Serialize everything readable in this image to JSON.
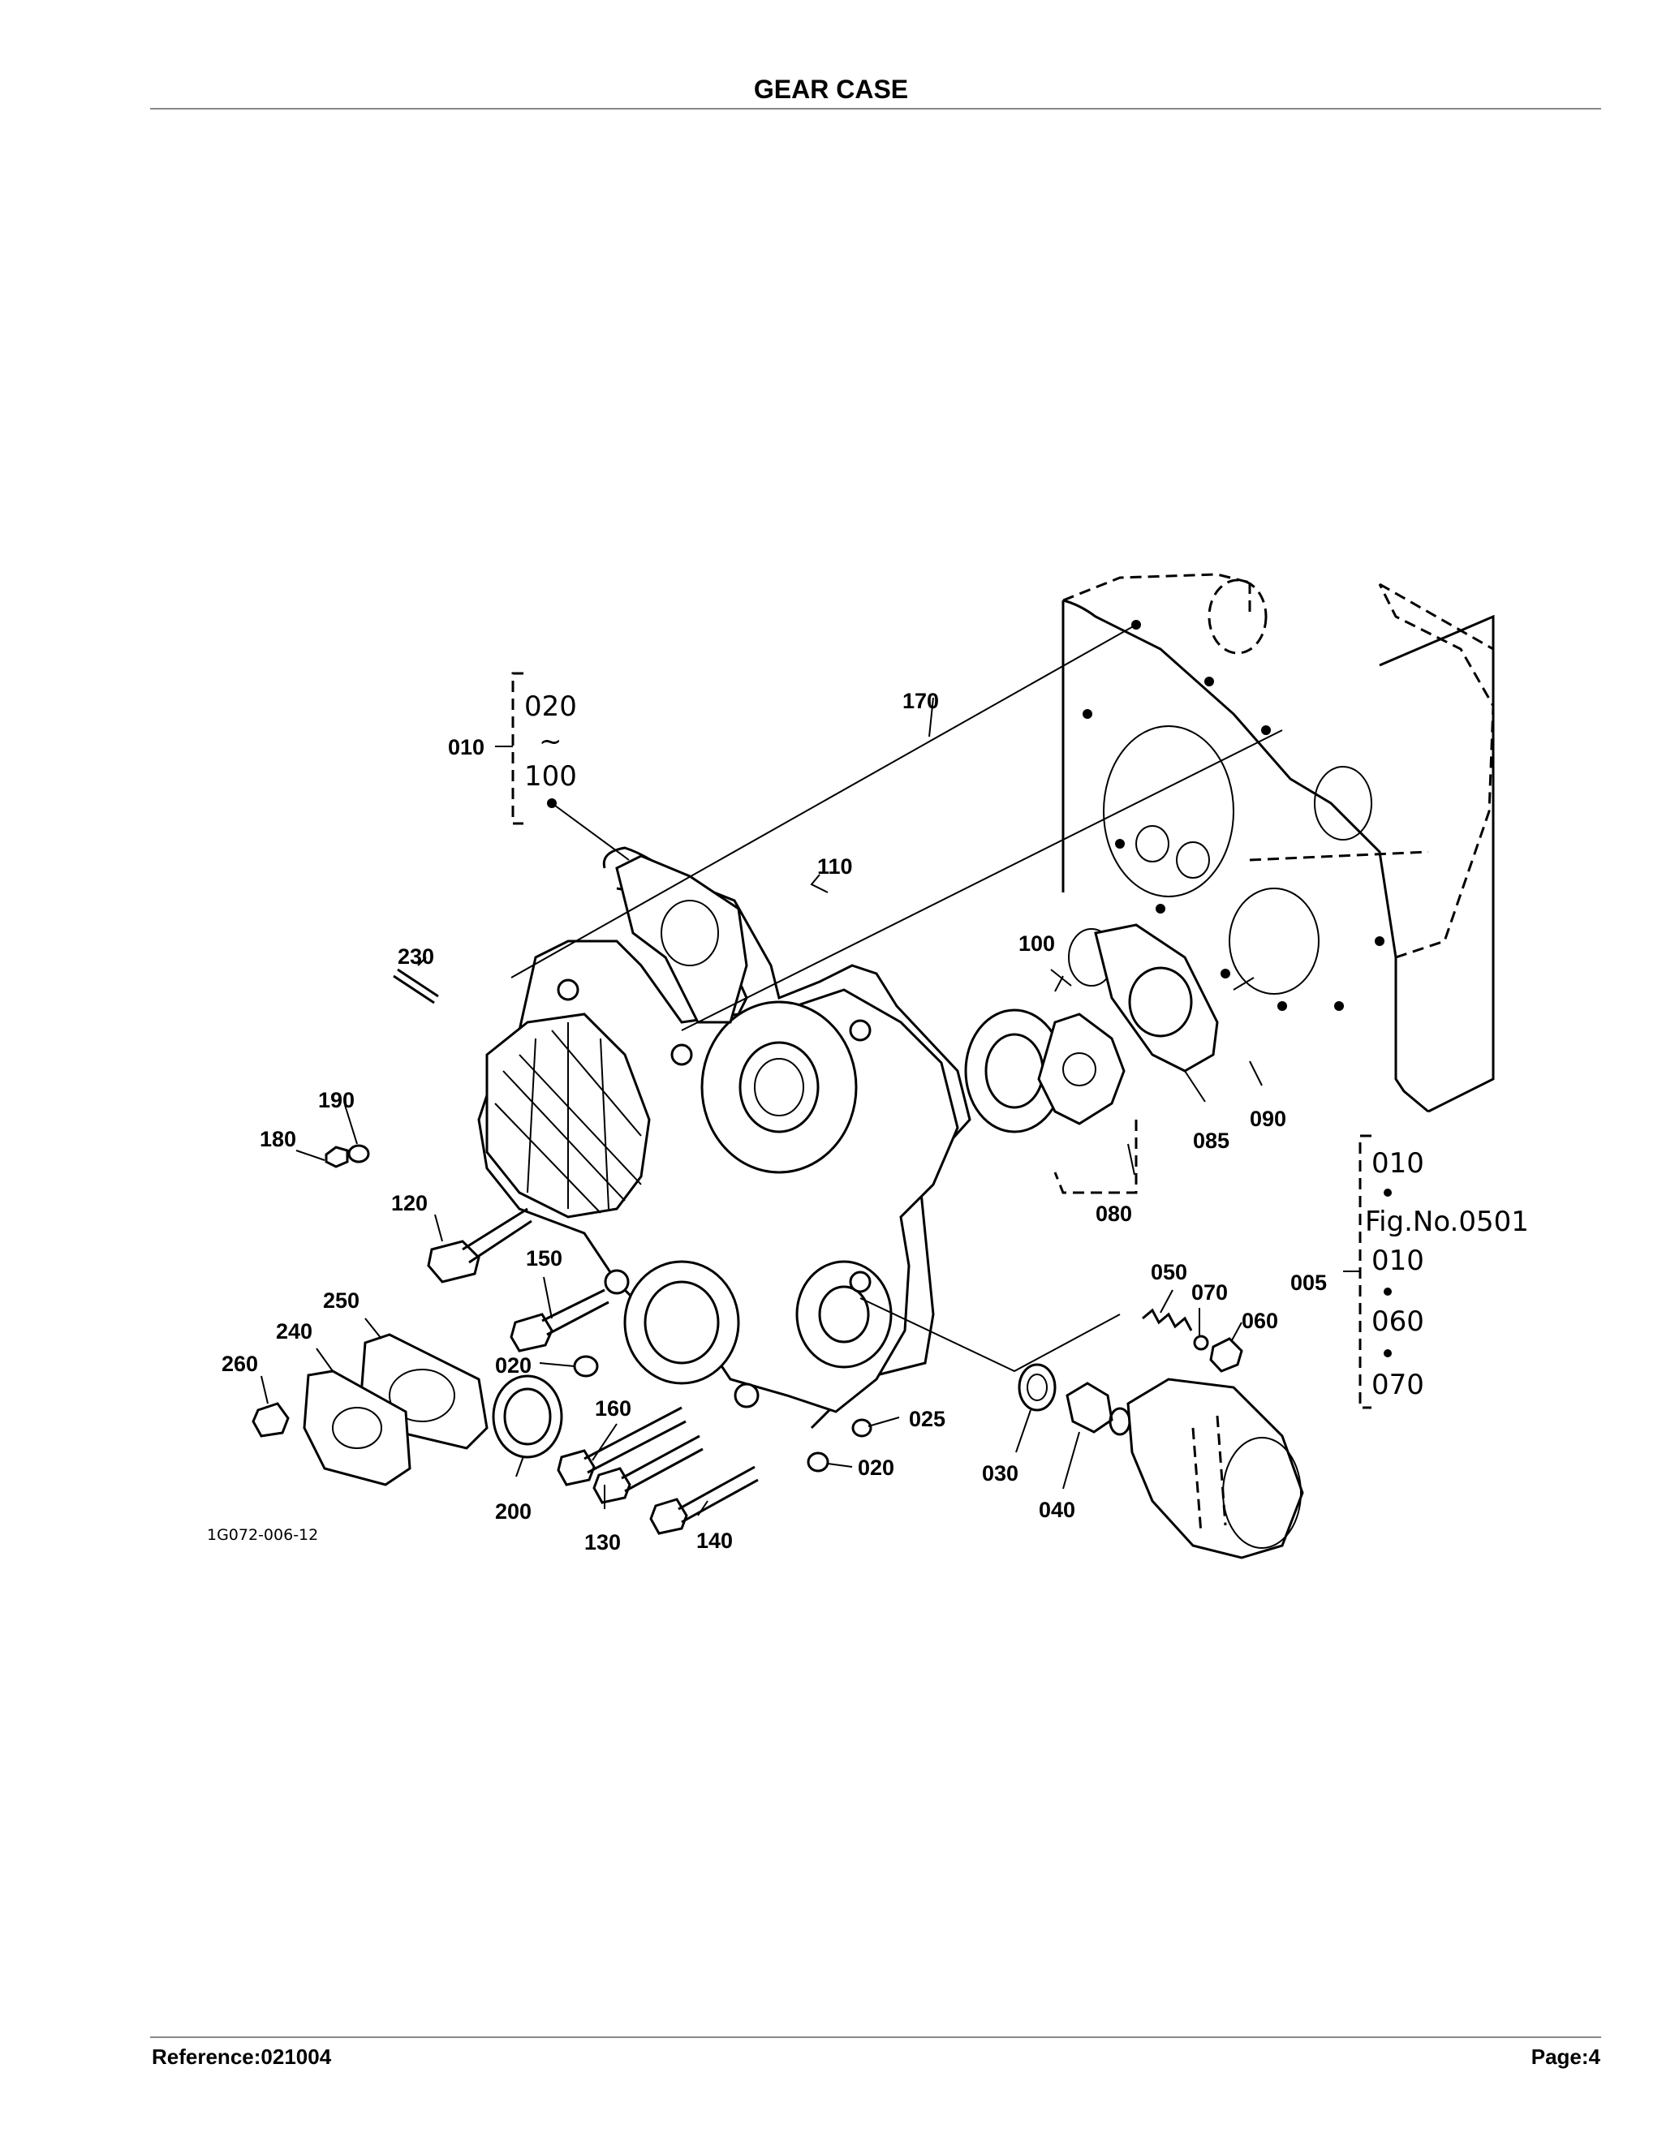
{
  "header": {
    "title": "GEAR CASE"
  },
  "footer": {
    "reference": "Reference:021004",
    "page": "Page:4"
  },
  "diagram": {
    "drawing_code": "1G072-006-12",
    "callouts": {
      "c010": "010",
      "c170": "170",
      "c110": "110",
      "c100": "100",
      "c230": "230",
      "c190": "190",
      "c180": "180",
      "c085": "085",
      "c090": "090",
      "c080": "080",
      "c120": "120",
      "c150": "150",
      "c250": "250",
      "c240": "240",
      "c260": "260",
      "c020a": "020",
      "c160": "160",
      "c200": "200",
      "c130": "130",
      "c140": "140",
      "c025": "025",
      "c020b": "020",
      "c050": "050",
      "c070": "070",
      "c060": "060",
      "c005": "005",
      "c030": "030",
      "c040": "040"
    },
    "group_010": {
      "from": "020",
      "range_mark": "~",
      "to": "100"
    },
    "group_005": {
      "line1": "010",
      "line2": "Fig.No.0501",
      "line3": "010",
      "line4": "060",
      "line5": "070"
    }
  }
}
